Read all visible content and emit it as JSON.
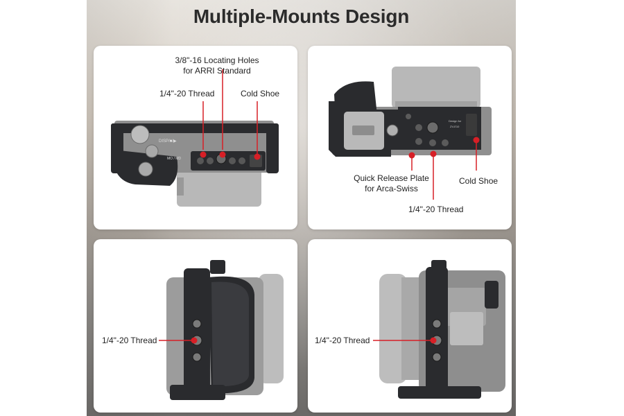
{
  "title": "Multiple-Mounts Design",
  "panels": {
    "top_view": {
      "locating_holes": "3/8\"-16 Locating Holes",
      "locating_holes_2": "for ARRI Standard",
      "thread": "1/4\"-20 Thread",
      "cold_shoe": "Cold Shoe",
      "camera_marks": [
        "DISP/■/▶",
        "MO / MD"
      ]
    },
    "bottom_view": {
      "quick_release": "Quick Release Plate",
      "quick_release_2": "for Arca-Swiss",
      "thread": "1/4\"-20 Thread",
      "cold_shoe": "Cold Shoe",
      "engraving": [
        "Design for",
        "ZV-E10"
      ]
    },
    "grip_side": {
      "thread": "1/4\"-20 Thread"
    },
    "lens_side": {
      "thread": "1/4\"-20 Thread"
    }
  },
  "colors": {
    "marker": "#d71f26",
    "cage": "#2a2b2e",
    "camera": "#9a9a9a"
  }
}
